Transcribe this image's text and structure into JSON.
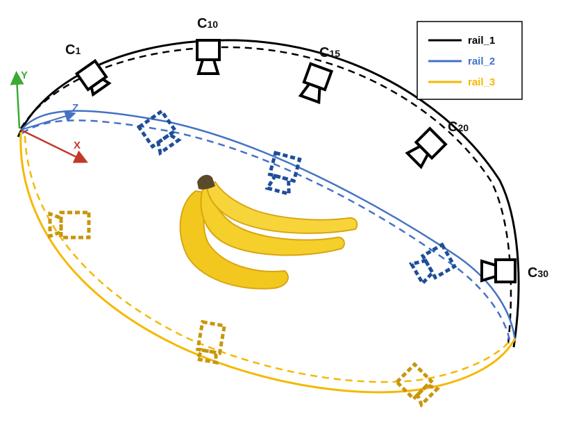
{
  "legend": {
    "items": [
      {
        "label": "rail_1",
        "color": "#000000"
      },
      {
        "label": "rail_2",
        "color": "#4472c4"
      },
      {
        "label": "rail_3",
        "color": "#f5b800"
      }
    ]
  },
  "axes": {
    "y": {
      "label": "Y",
      "color": "#3aaa35"
    },
    "z": {
      "label": "Z",
      "color": "#4472c4"
    },
    "x": {
      "label": "X",
      "color": "#c0392b"
    }
  },
  "cameras": [
    {
      "prefix": "C",
      "index": "1"
    },
    {
      "prefix": "C",
      "index": "10"
    },
    {
      "prefix": "C",
      "index": "15"
    },
    {
      "prefix": "C",
      "index": "20"
    },
    {
      "prefix": "C",
      "index": "30"
    }
  ],
  "colors": {
    "rail_2_camera": "#1f4e9a",
    "rail_3_camera": "#c8960c",
    "banana_main": "#f2c81e",
    "banana_shade": "#d9a514",
    "banana_stem": "#5a4a2a"
  },
  "subject": {
    "icon": "banana-bunch-icon"
  }
}
